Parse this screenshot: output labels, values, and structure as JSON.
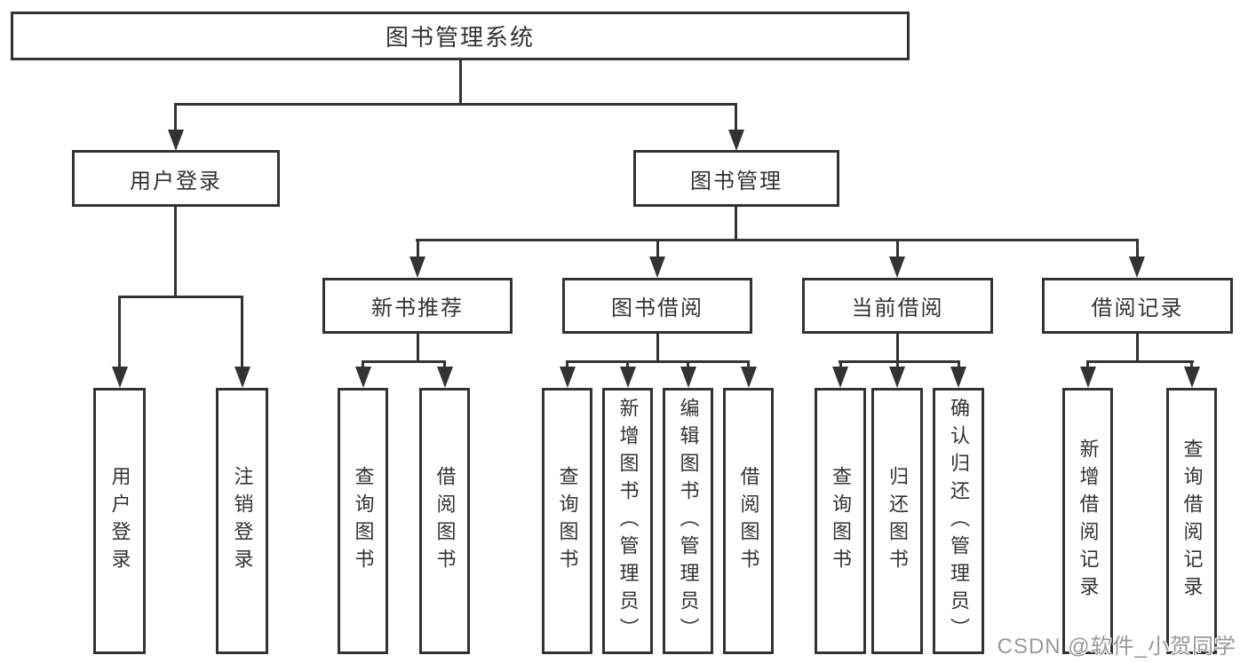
{
  "tree": {
    "root": {
      "label": "图书管理系统"
    },
    "branches": [
      {
        "label": "用户登录",
        "leaves": [
          {
            "label": "用户登录"
          },
          {
            "label": "注销登录"
          }
        ]
      },
      {
        "label": "图书管理",
        "sections": [
          {
            "label": "新书推荐",
            "leaves": [
              {
                "label": "查询图书"
              },
              {
                "label": "借阅图书"
              }
            ]
          },
          {
            "label": "图书借阅",
            "leaves": [
              {
                "label": "查询图书"
              },
              {
                "label": "新增图书（管理员）"
              },
              {
                "label": "编辑图书（管理员）"
              },
              {
                "label": "借阅图书"
              }
            ]
          },
          {
            "label": "当前借阅",
            "leaves": [
              {
                "label": "查询图书"
              },
              {
                "label": "归还图书"
              },
              {
                "label": "确认归还（管理员）"
              }
            ]
          },
          {
            "label": "借阅记录",
            "leaves": [
              {
                "label": "新增借阅记录"
              },
              {
                "label": "查询借阅记录"
              }
            ]
          }
        ]
      }
    ]
  },
  "watermark": "CSDN @软件_小贺同学",
  "colors": {
    "line": "#333333",
    "box_border": "#333333",
    "text": "#333333",
    "background": "#ffffff",
    "watermark_text": "#999999"
  }
}
